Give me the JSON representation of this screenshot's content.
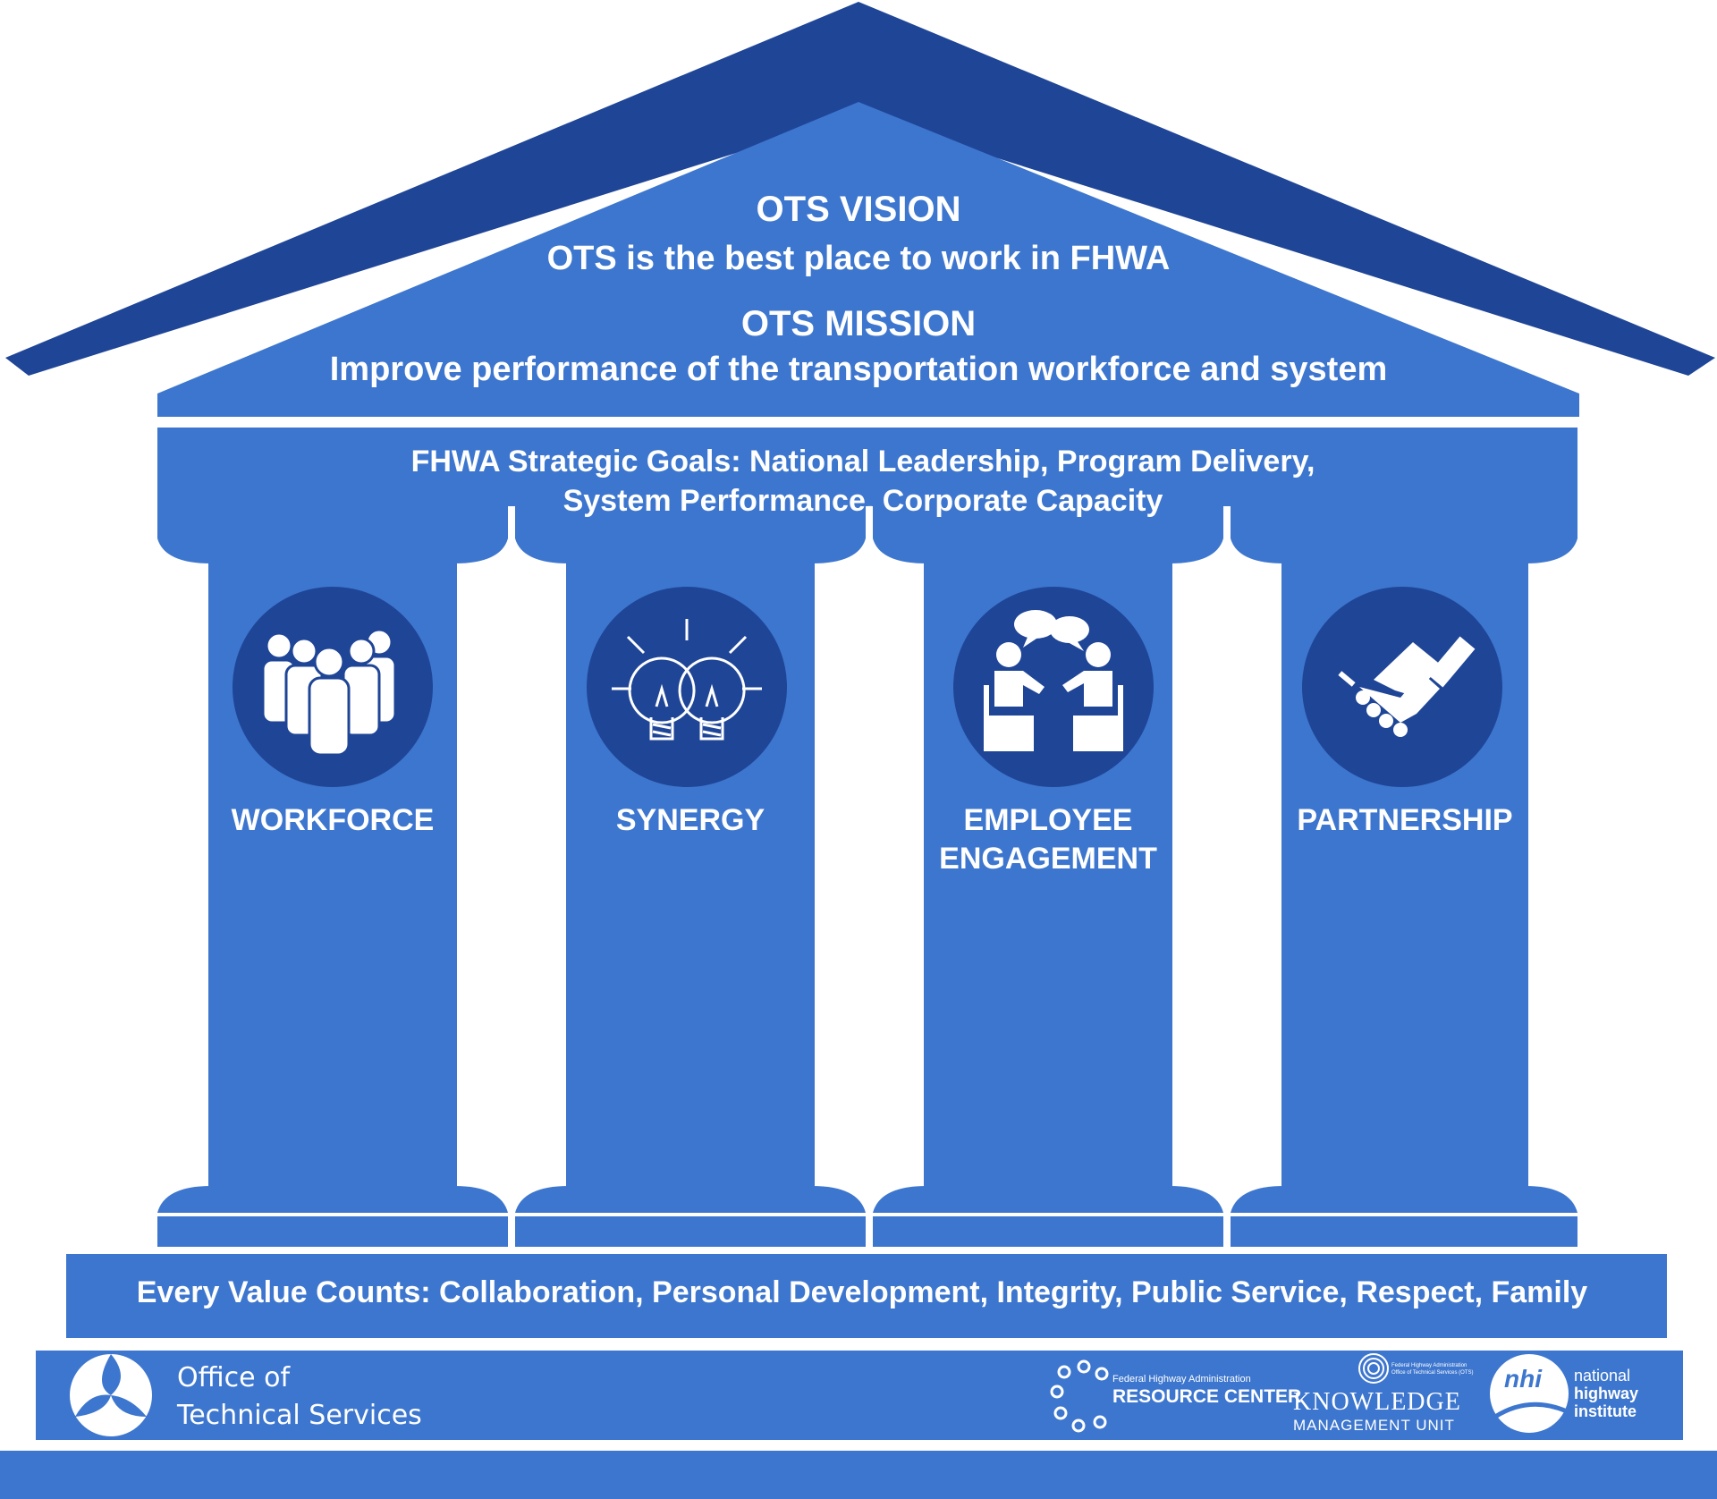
{
  "vision": {
    "title": "OTS VISION",
    "statement": "OTS is the best place to work in FHWA"
  },
  "mission": {
    "title": "OTS MISSION",
    "statement": "Improve performance of the transportation workforce and system"
  },
  "goals": {
    "line1": "FHWA Strategic Goals: National Leadership, Program Delivery,",
    "line2": "System Performance, Corporate Capacity"
  },
  "pillars": [
    {
      "label": "WORKFORCE",
      "icon": "people-group-icon"
    },
    {
      "label": "SYNERGY",
      "icon": "lightbulbs-icon"
    },
    {
      "label": "EMPLOYEE ENGAGEMENT",
      "icon": "conversation-icon"
    },
    {
      "label": "PARTNERSHIP",
      "icon": "handshake-icon"
    }
  ],
  "values": {
    "text": "Every Value Counts: Collaboration, Personal Development, Integrity, Public Service, Respect, Family"
  },
  "footer": {
    "office_line1": "Office of",
    "office_line2": "Technical Services",
    "resource_center_small": "Federal Highway Administration",
    "resource_center": "RESOURCE CENTER",
    "kmu_small1": "Federal Highway Administration",
    "kmu_small2": "Office of Technical Services (OTS)",
    "kmu_main": "KNOWLEDGE",
    "kmu_sub": "MANAGEMENT UNIT",
    "nhi_badge": "nhi",
    "nhi_line1": "national",
    "nhi_line2": "highway",
    "nhi_line3": "institute"
  },
  "colors": {
    "roof": "#1f4597",
    "body": "#3d76ce",
    "icon_circle": "#1f4597",
    "text": "#ffffff"
  }
}
